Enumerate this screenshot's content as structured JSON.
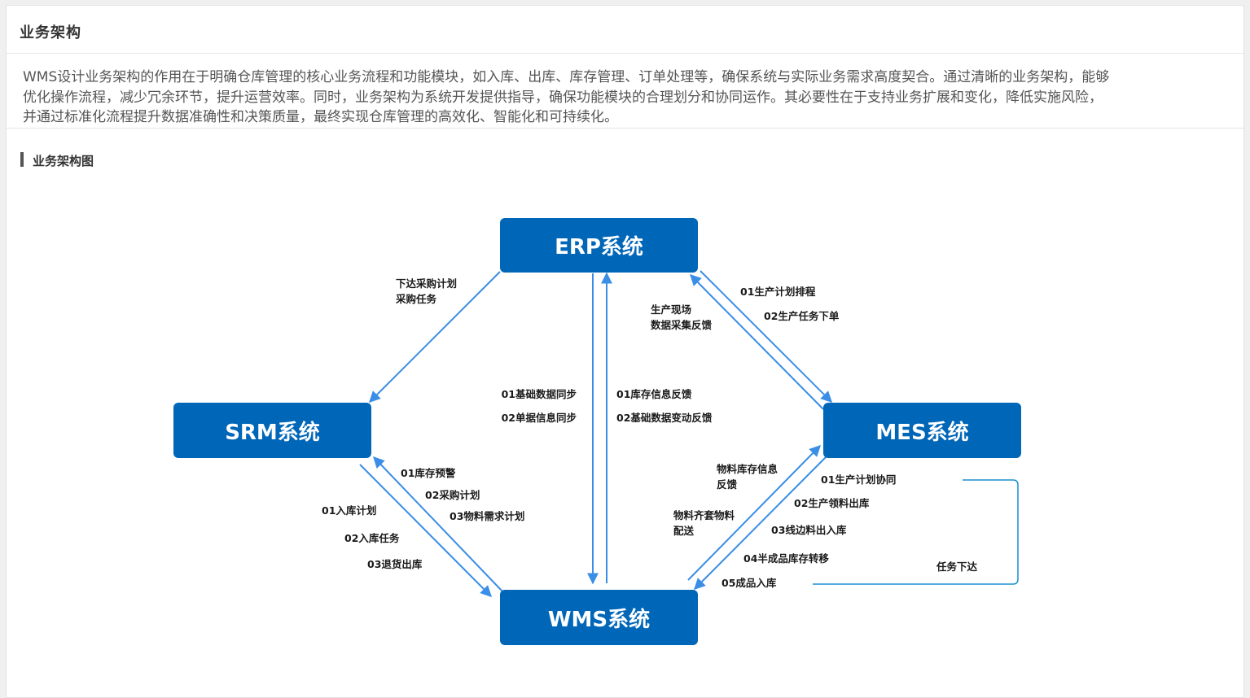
{
  "header": {
    "title": "业务架构"
  },
  "intro": {
    "lines": [
      "WMS设计业务架构的作用在于明确仓库管理的核心业务流程和功能模块，如入库、出库、库存管理、订单处理等，确保系统与实际业务需求高度契合。通过清晰的业务架构，能够",
      "优化操作流程，减少冗余环节，提升运营效率。同时，业务架构为系统开发提供指导，确保功能模块的合理划分和协同运作。其必要性在于支持业务扩展和变化，降低实施风险，",
      "并通过标准化流程提升数据准确性和决策质量，最终实现仓库管理的高效化、智能化和可持续化。"
    ]
  },
  "section": {
    "title": "业务架构图"
  },
  "diagram": {
    "colors": {
      "node_fill": "#0066b8",
      "arrow": "#3a8ee6",
      "bracket": "#1a8fd0",
      "label": "#1a1a1a"
    },
    "nodes": {
      "erp": "ERP系统",
      "srm": "SRM系统",
      "mes": "MES系统",
      "wms": "WMS系统"
    },
    "labels": {
      "erp_srm_1": "下达采购计划",
      "erp_srm_2": "采购任务",
      "erp_wms_1": "01基础数据同步",
      "erp_wms_2": "02单据信息同步",
      "wms_erp_1": "01库存信息反馈",
      "wms_erp_2": "02基础数据变动反馈",
      "erp_mes_1": "01生产计划排程",
      "erp_mes_2": "02生产任务下单",
      "mes_erp_1": "生产现场",
      "mes_erp_2": "数据采集反馈",
      "wms_srm_1": "01库存预警",
      "wms_srm_2": "02采购计划",
      "wms_srm_3": "03物料需求计划",
      "srm_wms_1": "01入库计划",
      "srm_wms_2": "02入库任务",
      "srm_wms_3": "03退货出库",
      "wms_mes_1": "物料库存信息",
      "wms_mes_2": "反馈",
      "wms_mes_3": "物料齐套物料",
      "wms_mes_4": "配送",
      "mes_wms_1": "01生产计划协同",
      "mes_wms_2": "02生产领料出库",
      "mes_wms_3": "03线边料出入库",
      "mes_wms_4": "04半成品库存转移",
      "mes_wms_5": "05成品入库",
      "task": "任务下达"
    }
  }
}
